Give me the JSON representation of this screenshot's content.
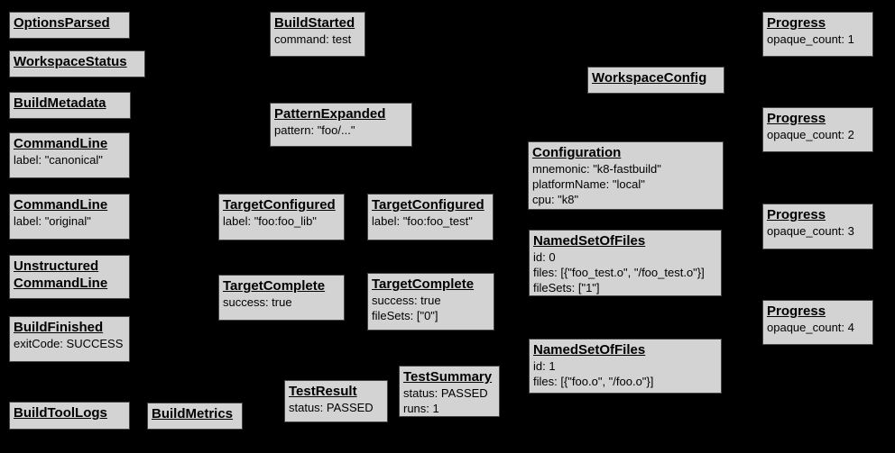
{
  "diagram": {
    "background": "#000000",
    "node_fill": "#d3d3d3",
    "node_border": "#444444",
    "node_text_color": "#000000"
  },
  "nodes": {
    "options_parsed": {
      "title": "OptionsParsed"
    },
    "workspace_status": {
      "title": "WorkspaceStatus"
    },
    "build_metadata": {
      "title": "BuildMetadata"
    },
    "command_line_canonical": {
      "title": "CommandLine",
      "lines": [
        "label: \"canonical\""
      ]
    },
    "command_line_original": {
      "title": "CommandLine",
      "lines": [
        "label: \"original\""
      ]
    },
    "unstructured_command_line": {
      "title": "Unstructured",
      "title2": "CommandLine"
    },
    "build_finished": {
      "title": "BuildFinished",
      "lines": [
        "exitCode: SUCCESS"
      ]
    },
    "build_tool_logs": {
      "title": "BuildToolLogs"
    },
    "build_metrics": {
      "title": "BuildMetrics"
    },
    "build_started": {
      "title": "BuildStarted",
      "lines": [
        "command: test"
      ]
    },
    "pattern_expanded": {
      "title": "PatternExpanded",
      "lines": [
        "pattern: \"foo/...\""
      ]
    },
    "target_configured_lib": {
      "title": "TargetConfigured",
      "lines": [
        "label: \"foo:foo_lib\""
      ]
    },
    "target_complete_lib": {
      "title": "TargetComplete",
      "lines": [
        "success: true"
      ]
    },
    "test_result": {
      "title": "TestResult",
      "lines": [
        "status: PASSED"
      ]
    },
    "target_configured_test": {
      "title": "TargetConfigured",
      "lines": [
        "label: \"foo:foo_test\""
      ]
    },
    "target_complete_test": {
      "title": "TargetComplete",
      "lines": [
        "success: true",
        "fileSets: [\"0\"]"
      ]
    },
    "test_summary": {
      "title": "TestSummary",
      "lines": [
        "status: PASSED",
        "runs: 1"
      ]
    },
    "workspace_config": {
      "title": "WorkspaceConfig"
    },
    "configuration": {
      "title": "Configuration",
      "lines": [
        "mnemonic: \"k8-fastbuild\"",
        "platformName: \"local\"",
        "cpu: \"k8\""
      ]
    },
    "named_set_of_files_0": {
      "title": "NamedSetOfFiles",
      "lines": [
        "id: 0",
        "files: [{\"foo_test.o\", \"/foo_test.o\"}]",
        "fileSets: [\"1\"]"
      ]
    },
    "named_set_of_files_1": {
      "title": "NamedSetOfFiles",
      "lines": [
        "id: 1",
        "files: [{\"foo.o\", \"/foo.o\"}]"
      ]
    },
    "progress_1": {
      "title": "Progress",
      "lines": [
        "opaque_count: 1"
      ]
    },
    "progress_2": {
      "title": "Progress",
      "lines": [
        "opaque_count: 2"
      ]
    },
    "progress_3": {
      "title": "Progress",
      "lines": [
        "opaque_count: 3"
      ]
    },
    "progress_4": {
      "title": "Progress",
      "lines": [
        "opaque_count: 4"
      ]
    }
  }
}
